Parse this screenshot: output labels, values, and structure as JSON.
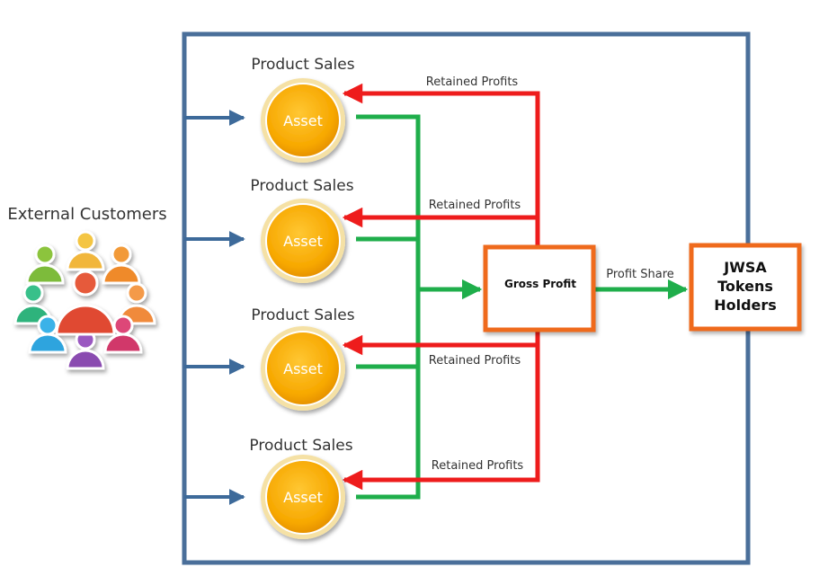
{
  "external": {
    "label": "External Customers"
  },
  "assets": [
    {
      "title": "Product Sales",
      "label": "Asset",
      "retained_label": "Retained Profits"
    },
    {
      "title": "Product Sales",
      "label": "Asset",
      "retained_label": "Retained Profits"
    },
    {
      "title": "Product Sales",
      "label": "Asset",
      "retained_label": "Retained Profits"
    },
    {
      "title": "Product Sales",
      "label": "Asset",
      "retained_label": "Retained Profits"
    }
  ],
  "gross": {
    "label": "Gross Profit"
  },
  "share": {
    "label": "Profit Share"
  },
  "holders": {
    "lines": [
      "JWSA",
      "Tokens",
      "Holders"
    ]
  },
  "colors": {
    "frame": "#4a6f9a",
    "customer_arrow": "#3d6a9a",
    "sales_flow": "#1fae4b",
    "retained_flow": "#ee1c1c",
    "box_border": "#ef6a1a",
    "asset_fill": "#f7a800",
    "asset_ring": "#f5e1a5"
  },
  "icons": {
    "customers": "people-group-icon"
  }
}
